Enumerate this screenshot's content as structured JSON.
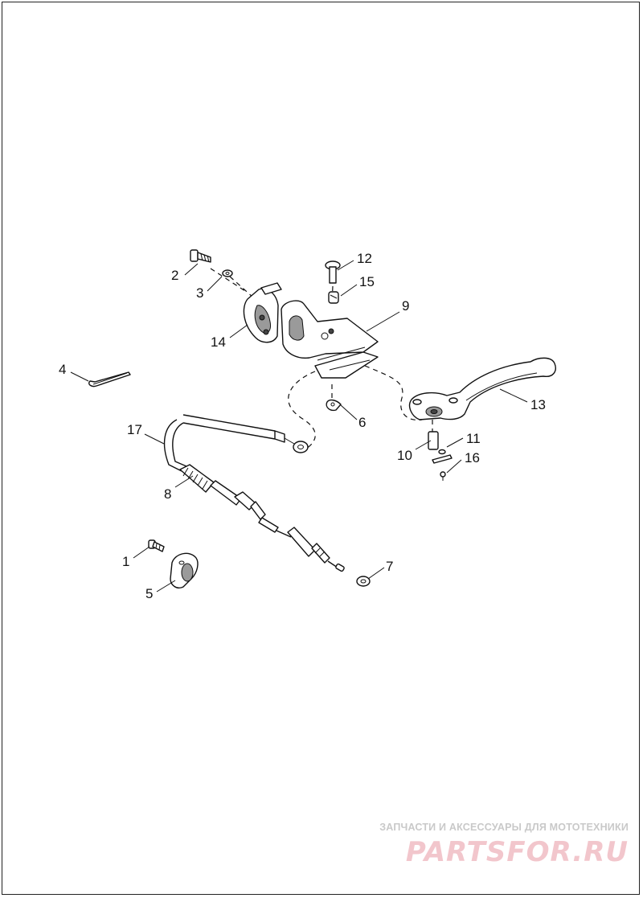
{
  "callouts": [
    {
      "id": "label-1",
      "text": "1"
    },
    {
      "id": "label-2",
      "text": "2"
    },
    {
      "id": "label-3",
      "text": "3"
    },
    {
      "id": "label-4",
      "text": "4"
    },
    {
      "id": "label-5",
      "text": "5"
    },
    {
      "id": "label-6",
      "text": "6"
    },
    {
      "id": "label-7",
      "text": "7"
    },
    {
      "id": "label-8",
      "text": "8"
    },
    {
      "id": "label-9",
      "text": "9"
    },
    {
      "id": "label-10",
      "text": "10"
    },
    {
      "id": "label-11",
      "text": "11"
    },
    {
      "id": "label-12",
      "text": "12"
    },
    {
      "id": "label-13",
      "text": "13"
    },
    {
      "id": "label-14",
      "text": "14"
    },
    {
      "id": "label-15",
      "text": "15"
    },
    {
      "id": "label-16",
      "text": "16"
    },
    {
      "id": "label-17",
      "text": "17"
    }
  ],
  "watermark": {
    "caption": "ЗАПЧАСТИ И АКСЕССУАРЫ ДЛЯ МОТОТЕХНИКИ",
    "logo": "PARTSFOR.RU",
    "caption_color": "#c9c9c9",
    "logo_color": "#f2c6cc"
  }
}
